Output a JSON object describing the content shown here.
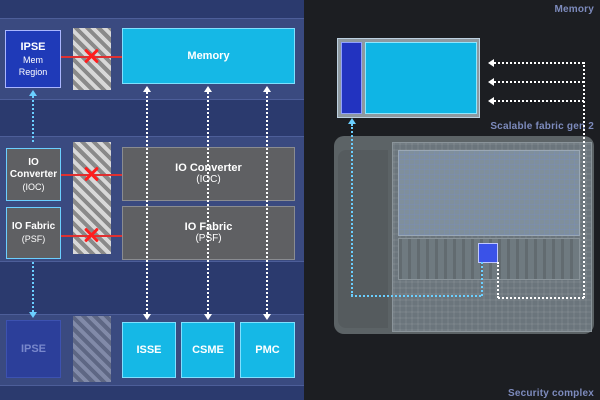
{
  "bands": {
    "memory": "Memory",
    "fabric": "Scalable fabric gen 2",
    "security": "Security complex"
  },
  "boxes": {
    "ipse_mem": {
      "line1": "IPSE",
      "line2": "Mem",
      "line3": "Region"
    },
    "ioc": {
      "line1": "IO",
      "line2": "Converter",
      "line3": "(IOC)"
    },
    "psf": {
      "line1": "IO Fabric",
      "line2": "(PSF)"
    },
    "memory": "Memory",
    "io_converter": {
      "line1": "IO Converter",
      "line2": "(IOC)"
    },
    "io_fabric": {
      "line1": "IO Fabric",
      "line2": "(PSF)"
    },
    "ipse": "IPSE",
    "isse": "ISSE",
    "csme": "CSME",
    "pmc": "PMC"
  },
  "colors": {
    "panel": "#2b3a6e",
    "band": "#3a4a80",
    "cyan_block": "#15b8e6",
    "ipse_blue": "#1f3ab8",
    "gray_block": "#5f6063",
    "blocked_mark": "#ff1e1e",
    "path_cyan": "#6bcfff"
  }
}
